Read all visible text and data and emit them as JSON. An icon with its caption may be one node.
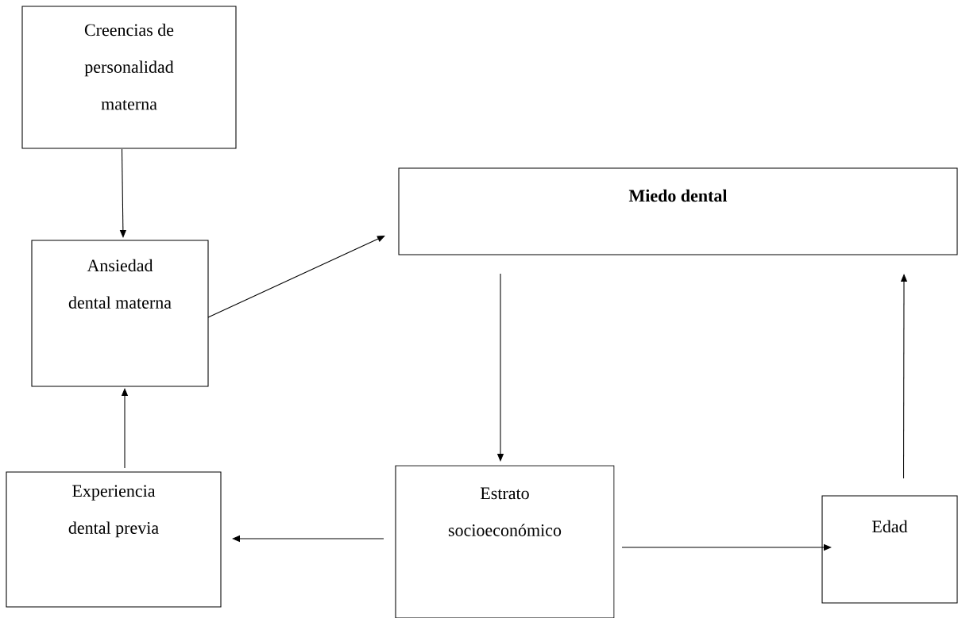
{
  "diagram": {
    "nodes": [
      {
        "text": [
          "Creencias de personalidad materna"
        ]
      },
      {
        "text": [
          "Ansiedad dental materna"
        ]
      },
      {
        "text": [
          "Miedo dental"
        ]
      },
      {
        "text": [
          "Experiencia dental previa"
        ]
      },
      {
        "text": [
          "Estrato socioeconómico"
        ]
      },
      {
        "text": [
          "Edad"
        ]
      }
    ],
    "edges": [
      {
        "from": 0,
        "to": 1,
        "arrow": "to"
      },
      {
        "from": 1,
        "to": 2,
        "arrow": "to"
      },
      {
        "from": 2,
        "to": 4,
        "arrow": "to"
      },
      {
        "from": 4,
        "to": 3,
        "arrow": "to"
      },
      {
        "from": 4,
        "to": 5,
        "arrow": "to"
      },
      {
        "from": 5,
        "to": 2,
        "arrow": "to"
      },
      {
        "from": 3,
        "to": 1,
        "arrow": "to"
      }
    ]
  }
}
